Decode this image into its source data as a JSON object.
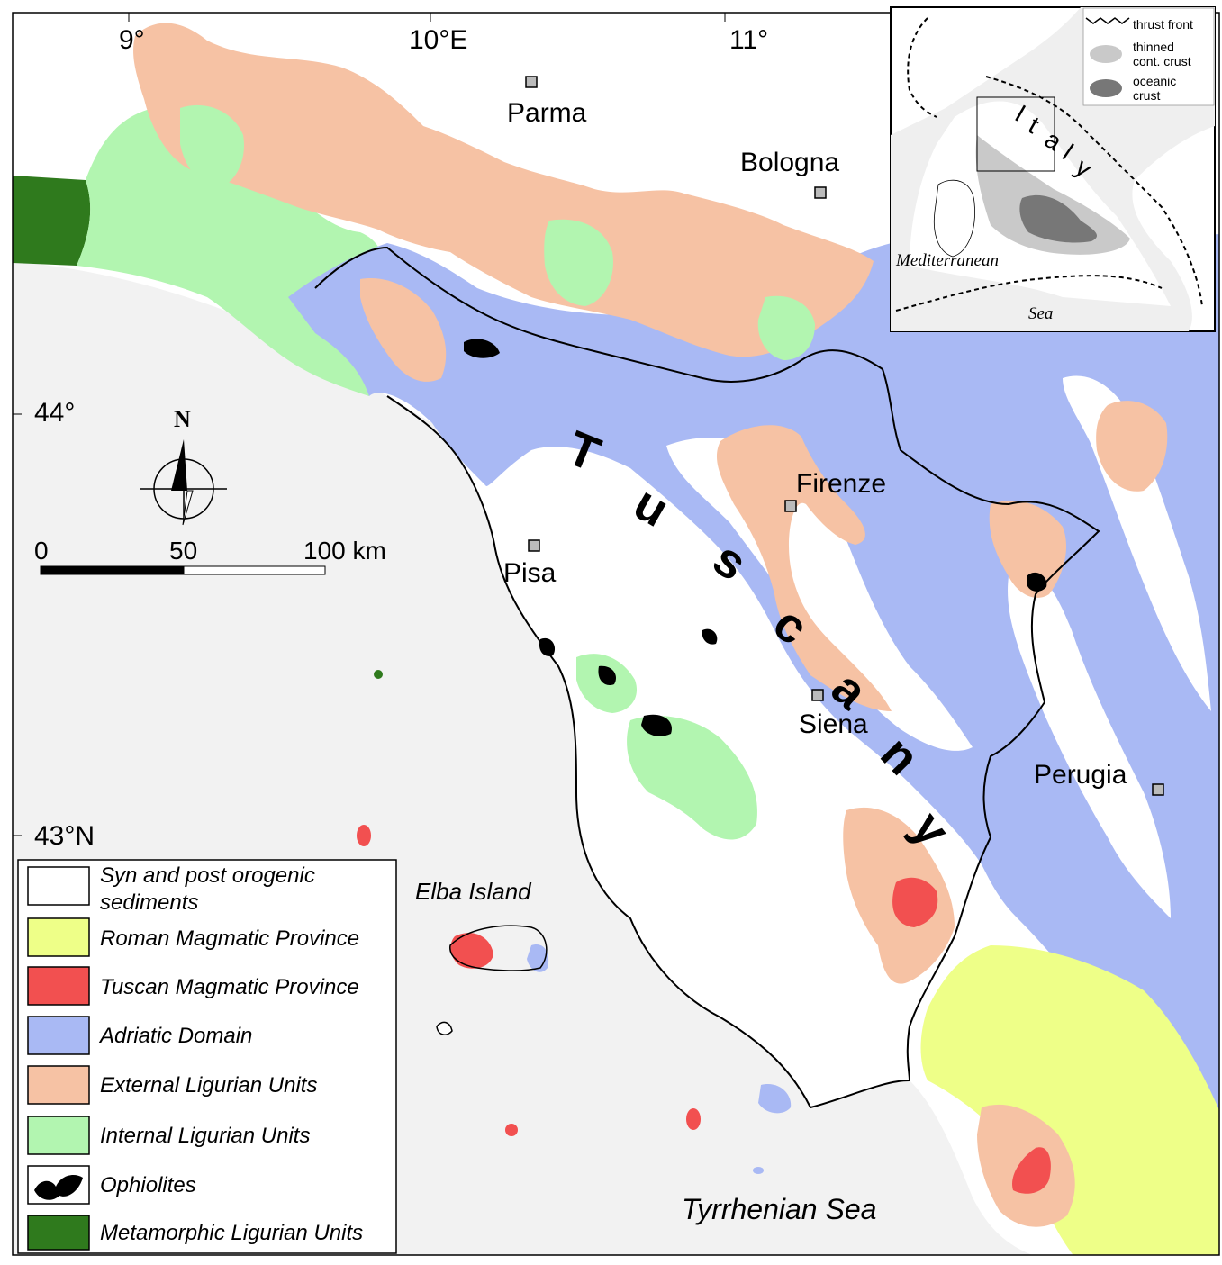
{
  "colors": {
    "sea": "#f2f2f2",
    "syn_post_orogenic": "#ffffff",
    "roman_magmatic": "#eeff88",
    "tuscan_magmatic": "#f25050",
    "adriatic": "#a9b9f4",
    "external_ligurian": "#f6c2a4",
    "internal_ligurian": "#b2f5b0",
    "ophiolites": "#000000",
    "metamorphic_ligurian": "#2f7a1d",
    "inset_land": "#efefef",
    "inset_thinned": "#c9c9c9",
    "inset_oceanic": "#777777"
  },
  "graticule": {
    "lon_labels": [
      "9°",
      "10°E",
      "11°"
    ],
    "lat_labels": [
      "44°",
      "43°N"
    ]
  },
  "cities": [
    {
      "name": "Parma",
      "icon": "square-marker-icon"
    },
    {
      "name": "Bologna",
      "icon": "square-marker-icon"
    },
    {
      "name": "Firenze",
      "icon": "square-marker-icon"
    },
    {
      "name": "Pisa",
      "icon": "square-marker-icon"
    },
    {
      "name": "Siena",
      "icon": "square-marker-icon"
    },
    {
      "name": "Perugia",
      "icon": "square-marker-icon"
    }
  ],
  "region_label": [
    "T",
    "u",
    "s",
    "c",
    "a",
    "n",
    "y"
  ],
  "places": {
    "elba": "Elba Island",
    "tyrrhenian": "Tyrrhenian Sea"
  },
  "north_arrow": {
    "label": "N",
    "icon": "north-arrow-icon"
  },
  "scale_bar": {
    "ticks": [
      "0",
      "50",
      "100 km"
    ]
  },
  "legend": [
    {
      "label": "Syn and post orogenic",
      "label2": "sediments",
      "color_key": "syn_post_orogenic"
    },
    {
      "label": "Roman Magmatic Province",
      "color_key": "roman_magmatic"
    },
    {
      "label": "Tuscan Magmatic Province",
      "color_key": "tuscan_magmatic"
    },
    {
      "label": "Adriatic Domain",
      "color_key": "adriatic"
    },
    {
      "label": "External Ligurian Units",
      "color_key": "external_ligurian"
    },
    {
      "label": "Internal Ligurian Units",
      "color_key": "internal_ligurian"
    },
    {
      "label": "Ophiolites",
      "color_key": "ophiolites"
    },
    {
      "label": "Metamorphic Ligurian Units",
      "color_key": "metamorphic_ligurian"
    }
  ],
  "inset": {
    "country": [
      "I",
      "t",
      "a",
      "l",
      "y"
    ],
    "mediterranean": "Mediterranean",
    "sea": "Sea",
    "legend": [
      {
        "label": "thrust front",
        "icon": "thrust-front-icon"
      },
      {
        "label": "thinned",
        "label2": "cont. crust",
        "color_key": "inset_thinned"
      },
      {
        "label": "oceanic",
        "label2": "crust",
        "color_key": "inset_oceanic"
      }
    ]
  }
}
